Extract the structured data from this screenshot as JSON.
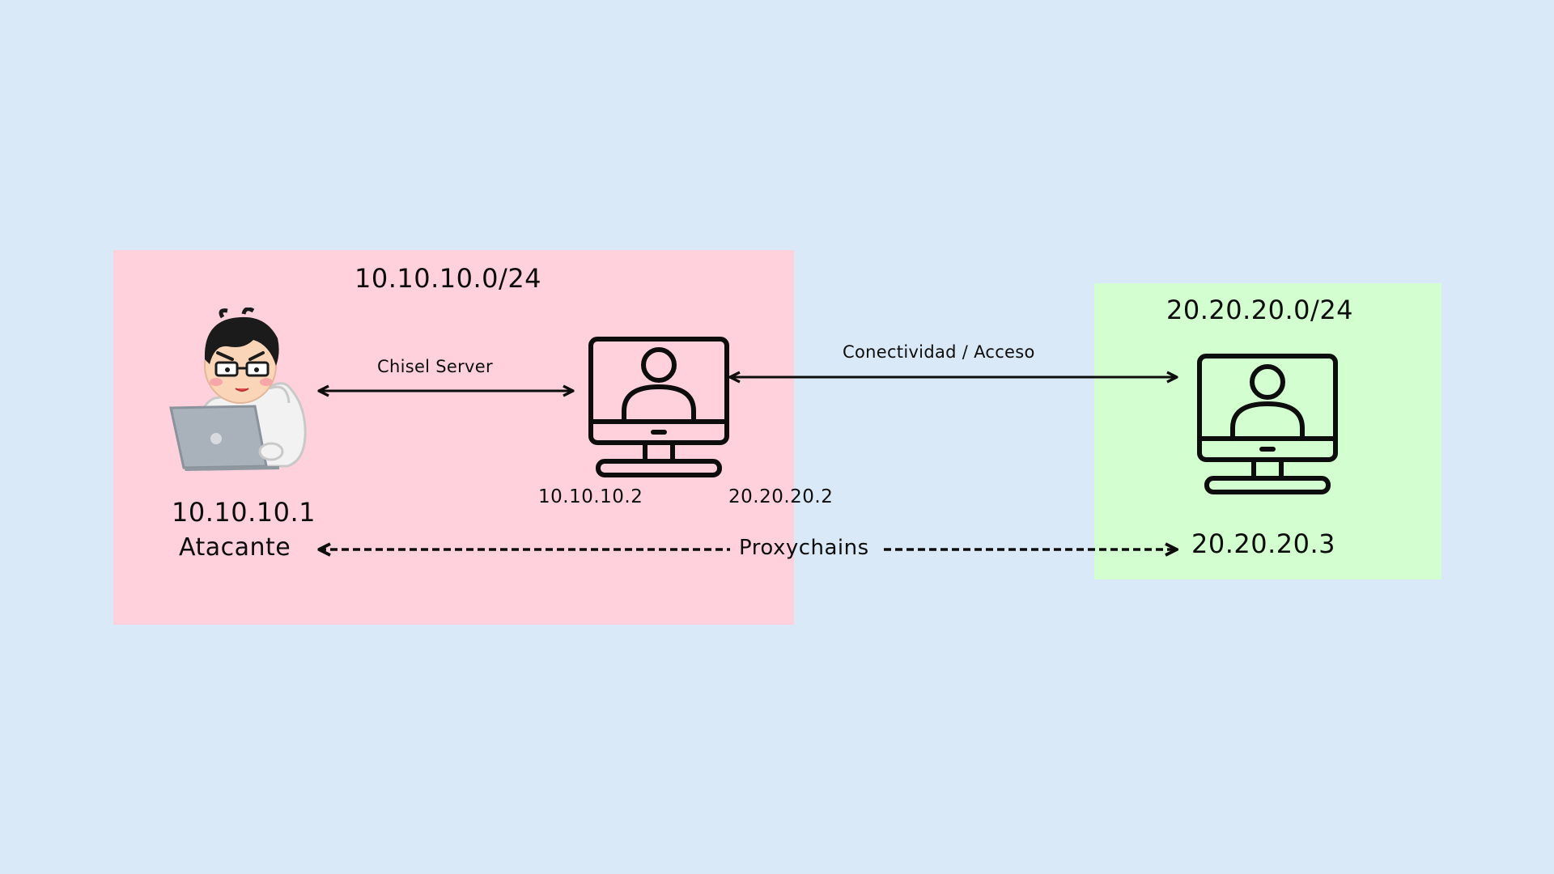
{
  "networks": {
    "left": {
      "title": "10.10.10.0/24",
      "color": "#ffd1dc"
    },
    "right": {
      "title": "20.20.20.0/24",
      "color": "#d3ffd0"
    }
  },
  "background": "#d9e9f7",
  "nodes": {
    "attacker": {
      "ip": "10.10.10.1",
      "name": "Atacante",
      "icon": "hacker-with-laptop-icon"
    },
    "pivot": {
      "ip_left": "10.10.10.2",
      "ip_right": "20.20.20.2",
      "icon": "computer-user-icon"
    },
    "target": {
      "ip": "20.20.20.3",
      "icon": "computer-user-icon"
    }
  },
  "links": {
    "chisel": {
      "label": "Chisel Server",
      "style": "solid"
    },
    "access": {
      "label": "Conectividad / Acceso",
      "style": "solid"
    },
    "proxy": {
      "label": "Proxychains",
      "style": "dashed"
    }
  }
}
